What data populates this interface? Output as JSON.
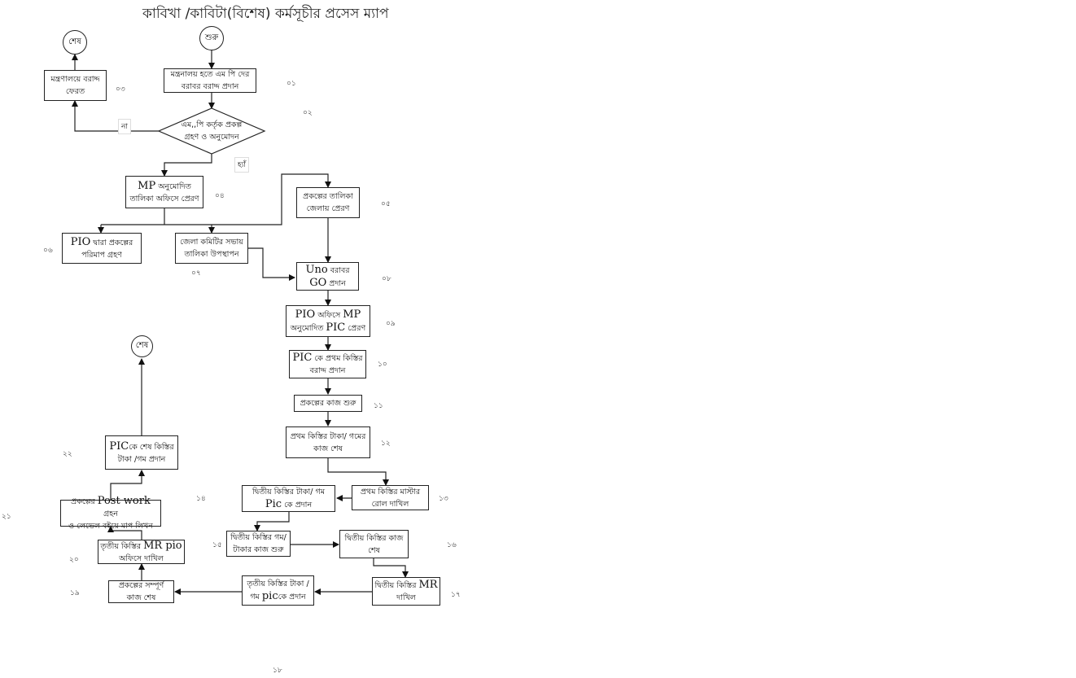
{
  "title": "কাবিখা /কাবিটা(বিশেষ)  কর্মসূচীর প্রসেস ম্যাপ",
  "terminals": {
    "start": "শুরু",
    "end_top": "শেষ",
    "end_bottom": "শেষ"
  },
  "steps": {
    "s01": {
      "line1": "মন্ত্রনালয় হতে এম পি দের",
      "line2": "বরাবর বরাদ্দ প্রদান",
      "num": "০১"
    },
    "s02": {
      "line1": "এম,,পি কর্তৃক  প্রকল্প",
      "line2": "গ্রহণ ও অনুমোদন",
      "num": "০২",
      "no_label": "না",
      "yes_label": "হ্যাঁ"
    },
    "s03": {
      "line1": "মন্ত্রণালয়ে বরাদ্দ",
      "line2": "ফেরত",
      "num": "০৩"
    },
    "s04": {
      "big": "MP",
      "line1": " অনুমোদিত",
      "line2": "তালিকা অফিসে প্রেরণ",
      "num": "০৪"
    },
    "s05": {
      "line1": "প্রকল্পের  তালিকা",
      "line2": "জেলায় প্রেরণ",
      "num": "০৫"
    },
    "s06": {
      "big": "PIO",
      "line1": " দ্বারা প্রকল্পের",
      "line2": "পরিমাপ গ্রহণ",
      "num": "০৬"
    },
    "s07": {
      "line1": "জেলা কমিটির সভায়",
      "line2": "তালিকা উপস্থাপন",
      "num": "০৭"
    },
    "s08": {
      "big1": "Uno",
      "line1": " বরাবর",
      "big2": "GO",
      "line2": " প্রদান",
      "num": "০৮"
    },
    "s09": {
      "big1": "PIO",
      "line1": " অফিসে ",
      "big2": "MP",
      "line2a": "অনুমোদিত ",
      "big3": "PIC",
      "line2b": "  প্রেরণ",
      "num": "০৯"
    },
    "s10": {
      "big": "PIC",
      "line1": " কে প্রথম কিস্তির",
      "line2": "বরাদ্দ প্রদান",
      "num": "১০"
    },
    "s11": {
      "line1": "প্রকল্পের  কাজ শুরু",
      "num": "১১"
    },
    "s12": {
      "line1": "প্রথম কিস্তির টাকা/ গমের",
      "line2": "কাজ শেষ",
      "num": "১২"
    },
    "s13": {
      "line1": "প্রথম কিস্তির  মাস্টার",
      "line2": "রোল দাখিল",
      "num": "১৩"
    },
    "s14": {
      "line1": "দ্বিতীয় কিস্তির টাকা/ গম",
      "big": "Pic",
      "line2": " কে প্রদান",
      "num": "১৪"
    },
    "s15": {
      "line1": "দ্বিতীয় কিস্তির গম/",
      "line2": "টাকার কাজ শুরু",
      "num": "১৫"
    },
    "s16": {
      "line1": "দ্বিতীয় কিস্তির কাজ",
      "line2": "শেষ",
      "num": "১৬"
    },
    "s17": {
      "line1": "দ্বিতীয় কিস্তির ",
      "big": "MR",
      "line2": "দাখিল",
      "num": "১৭"
    },
    "s18": {
      "line1": "তৃতীয় কিস্তির টাকা /",
      "line2a": "গম ",
      "big": "pic",
      "line2b": "কে প্রদান",
      "num": "১৮"
    },
    "s19": {
      "line1": "প্রকল্পের সম্পূর্ণ",
      "line2": "কাজ শেষ",
      "num": "১৯"
    },
    "s20": {
      "line1": "তৃতীয় কিস্তির ",
      "big": "MR pio",
      "line2": "অফিসে দাখিল",
      "num": "২০"
    },
    "s21": {
      "line1a": "প্রকল্পের ",
      "big": "Post work",
      "line1b": " গ্রহন",
      "line2": "ও লেভেল বইয়ে মাপ লিখন",
      "num": "২১"
    },
    "s22": {
      "big": "PIC",
      "line1": "কে শেষ কিস্তির",
      "line2": "টাকা /গম প্রদান",
      "num": "২২"
    }
  }
}
